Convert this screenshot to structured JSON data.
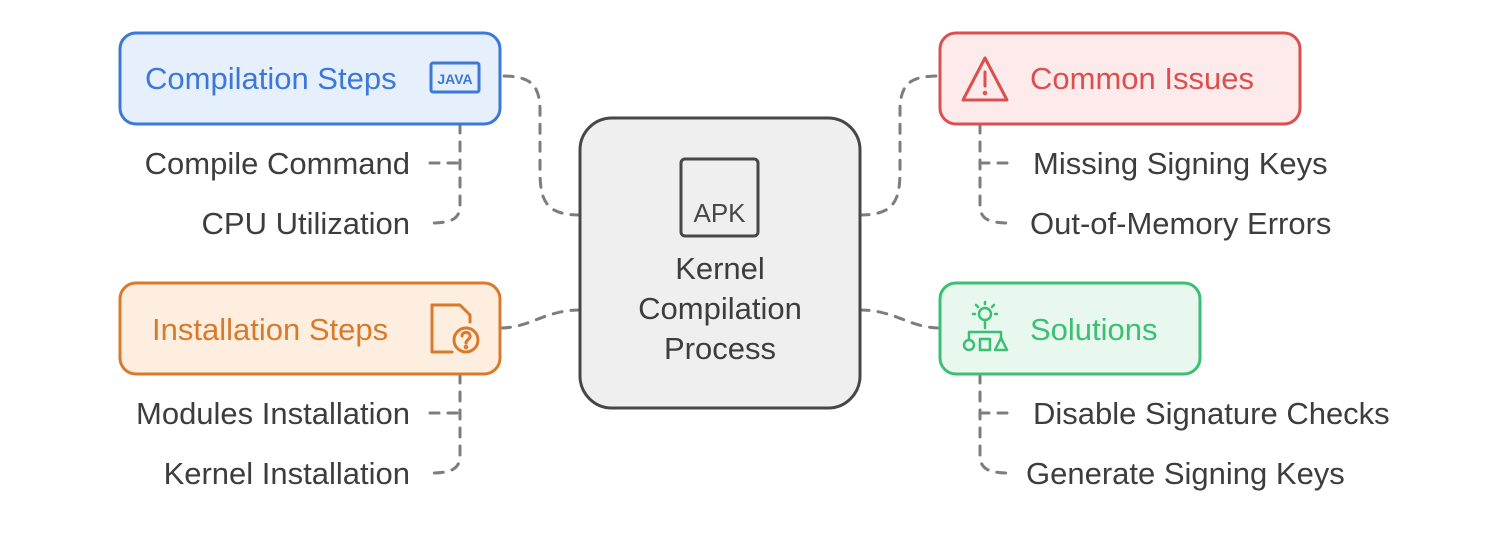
{
  "center": {
    "icon_name": "apk-file-icon",
    "icon_text": "APK",
    "title_lines": [
      "Kernel",
      "Compilation",
      "Process"
    ]
  },
  "compilation_steps": {
    "label": "Compilation Steps",
    "icon_name": "java-icon",
    "icon_text": "JAVA",
    "color": "#3b78d8",
    "fill": "#e6effc",
    "items": [
      "Compile Command",
      "CPU Utilization"
    ]
  },
  "installation_steps": {
    "label": "Installation Steps",
    "icon_name": "file-question-icon",
    "color": "#d97a2b",
    "fill": "#fdeee0",
    "items": [
      "Modules Installation",
      "Kernel Installation"
    ]
  },
  "common_issues": {
    "label": "Common Issues",
    "icon_name": "warning-icon",
    "color": "#db4f4f",
    "fill": "#fcebea",
    "items": [
      "Missing Signing Keys",
      "Out-of-Memory Errors"
    ]
  },
  "solutions": {
    "label": "Solutions",
    "icon_name": "idea-shapes-icon",
    "color": "#3bbf72",
    "fill": "#e8f8ee",
    "items": [
      "Disable Signature Checks",
      "Generate Signing Keys"
    ]
  }
}
